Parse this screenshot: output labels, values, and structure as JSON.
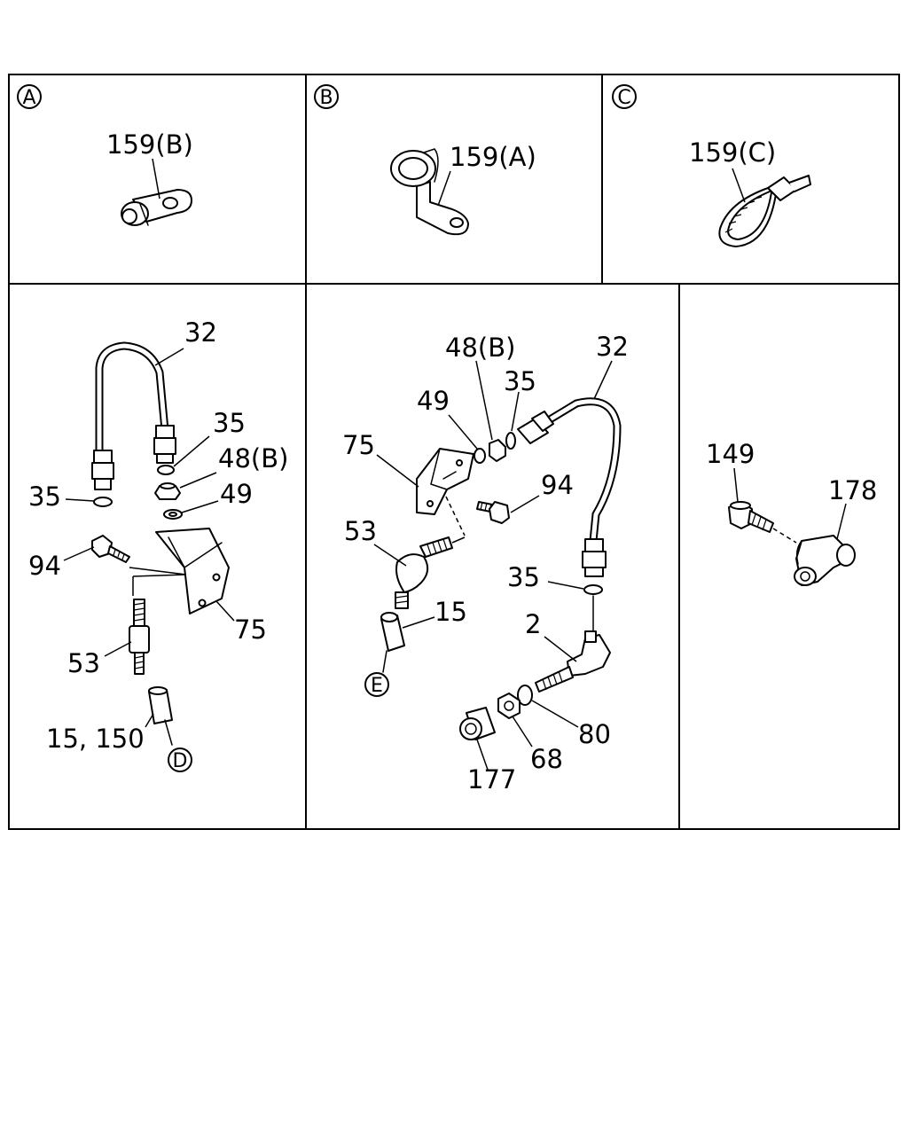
{
  "section_markers": {
    "a": "A",
    "b": "B",
    "c": "C",
    "d": "D",
    "e": "E"
  },
  "panel_a": {
    "clip": "159(B)"
  },
  "panel_b": {
    "clip": "159(A)"
  },
  "panel_c": {
    "band": "159(C)"
  },
  "left_assembly": {
    "hose": "32",
    "washer_upper": "35",
    "nut": "48(B)",
    "lock_washer": "49",
    "washer_lower": "35",
    "bolt": "94",
    "bracket": "75",
    "connector": "53",
    "joint": "15, 150"
  },
  "center_assembly": {
    "nut": "48(B)",
    "hose": "32",
    "lock_washer": "49",
    "washer_upper": "35",
    "bracket": "75",
    "bolt": "94",
    "connector": "53",
    "washer_lower": "35",
    "joint": "15",
    "pipe": "2",
    "washer": "80",
    "nut_small": "68",
    "spacer": "177"
  },
  "right_assembly": {
    "bolt": "149",
    "elbow": "178"
  }
}
